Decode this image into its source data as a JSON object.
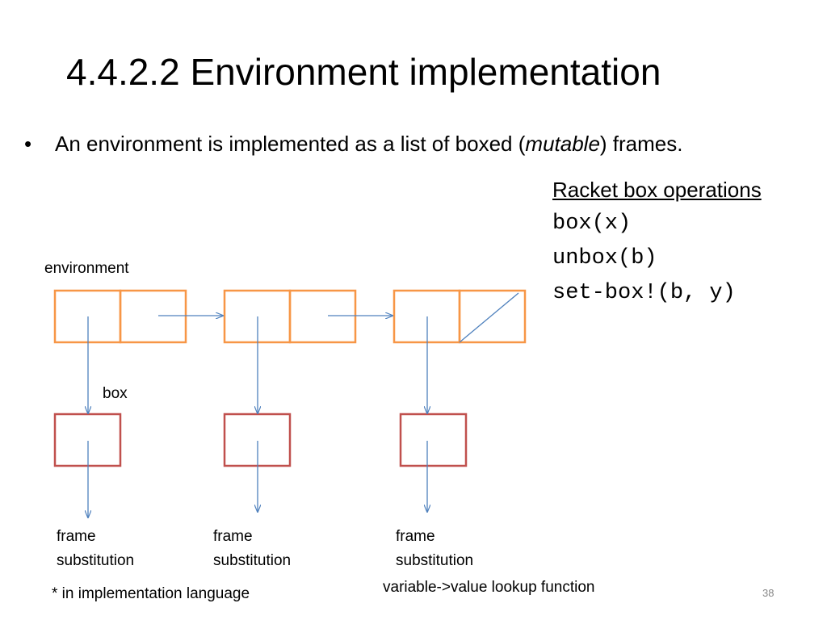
{
  "slide": {
    "title": "4.4.2.2  Environment implementation",
    "bullet": {
      "marker": "•",
      "text_before": "An environment is implemented as a list of boxed (",
      "text_italic": "mutable",
      "text_after": ") frames."
    },
    "page_number": "38"
  },
  "box_ops": {
    "heading": "Racket box operations",
    "ops": [
      "box(x)",
      "unbox(b)",
      "set-box!(b, y)"
    ]
  },
  "diagram": {
    "environment_label": "environment",
    "box_label": "box",
    "frames": [
      {
        "line1": "frame",
        "line2": "substitution"
      },
      {
        "line1": "frame",
        "line2": "substitution"
      },
      {
        "line1": "frame",
        "line2": "substitution"
      }
    ],
    "footnote": "* in implementation language",
    "lookup_caption": "variable->value lookup function"
  },
  "colors": {
    "cons_cell": "#F79646",
    "box": "#C0504D",
    "arrow": "#4F81BD"
  }
}
